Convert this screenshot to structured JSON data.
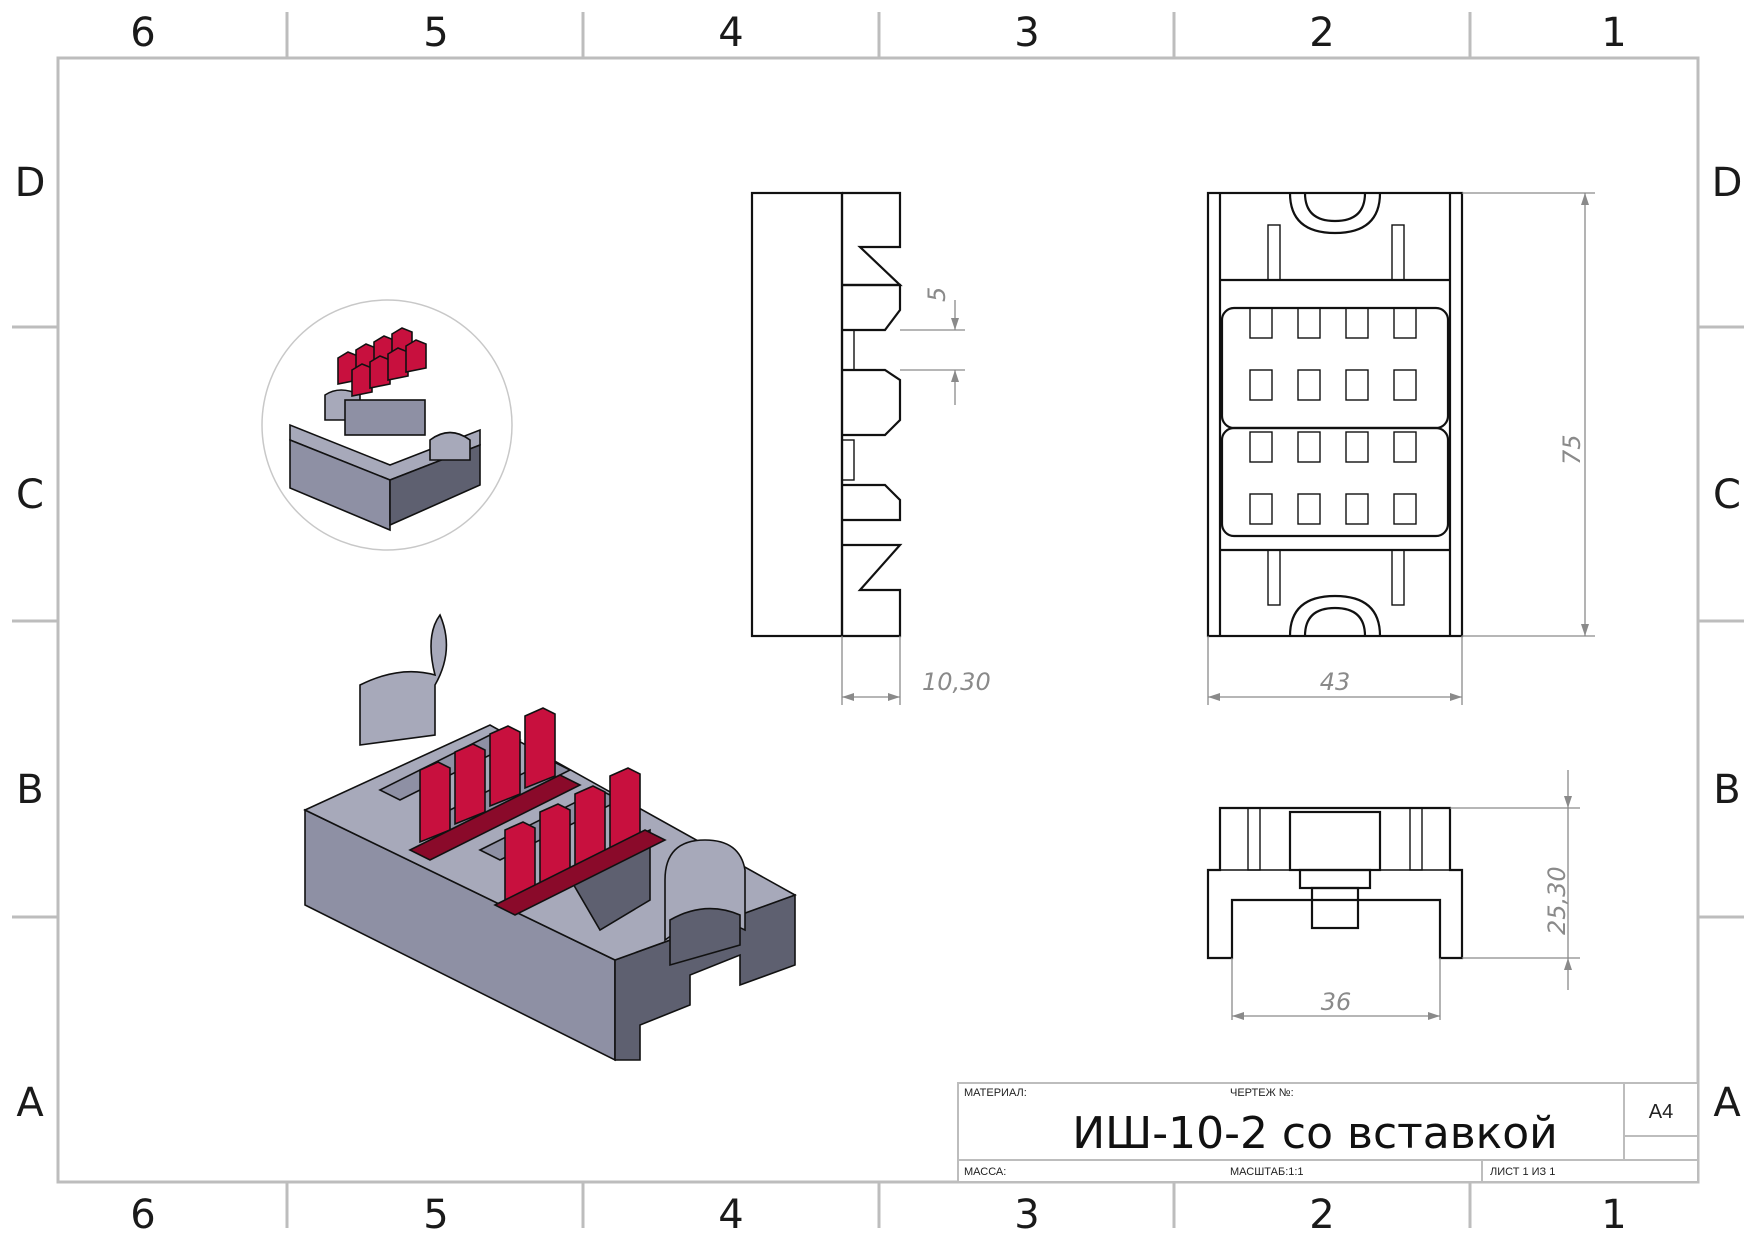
{
  "sheet": {
    "zones_top": [
      "6",
      "5",
      "4",
      "3",
      "2",
      "1"
    ],
    "zones_side": [
      "D",
      "C",
      "B",
      "A"
    ]
  },
  "dimensions": {
    "side_pitch": "5",
    "side_width": "10,30",
    "top_height": "75",
    "top_width": "43",
    "front_height": "25,30",
    "front_width": "36"
  },
  "title_block": {
    "material_label": "МАТЕРИАЛ:",
    "drawing_no_label": "ЧЕРТЕЖ №:",
    "title": "ИШ-10-2 со вставкой",
    "format": "A4",
    "mass_label": "МАССА:",
    "scale_label": "МАСШТАБ:1:1",
    "sheet_label": "ЛИСТ 1 ИЗ 1"
  },
  "colors": {
    "body": "#8e90a4",
    "insert": "#c8103e",
    "line": "#111111",
    "dimension": "#8a8a8a",
    "frame": "#bdbdbd"
  }
}
